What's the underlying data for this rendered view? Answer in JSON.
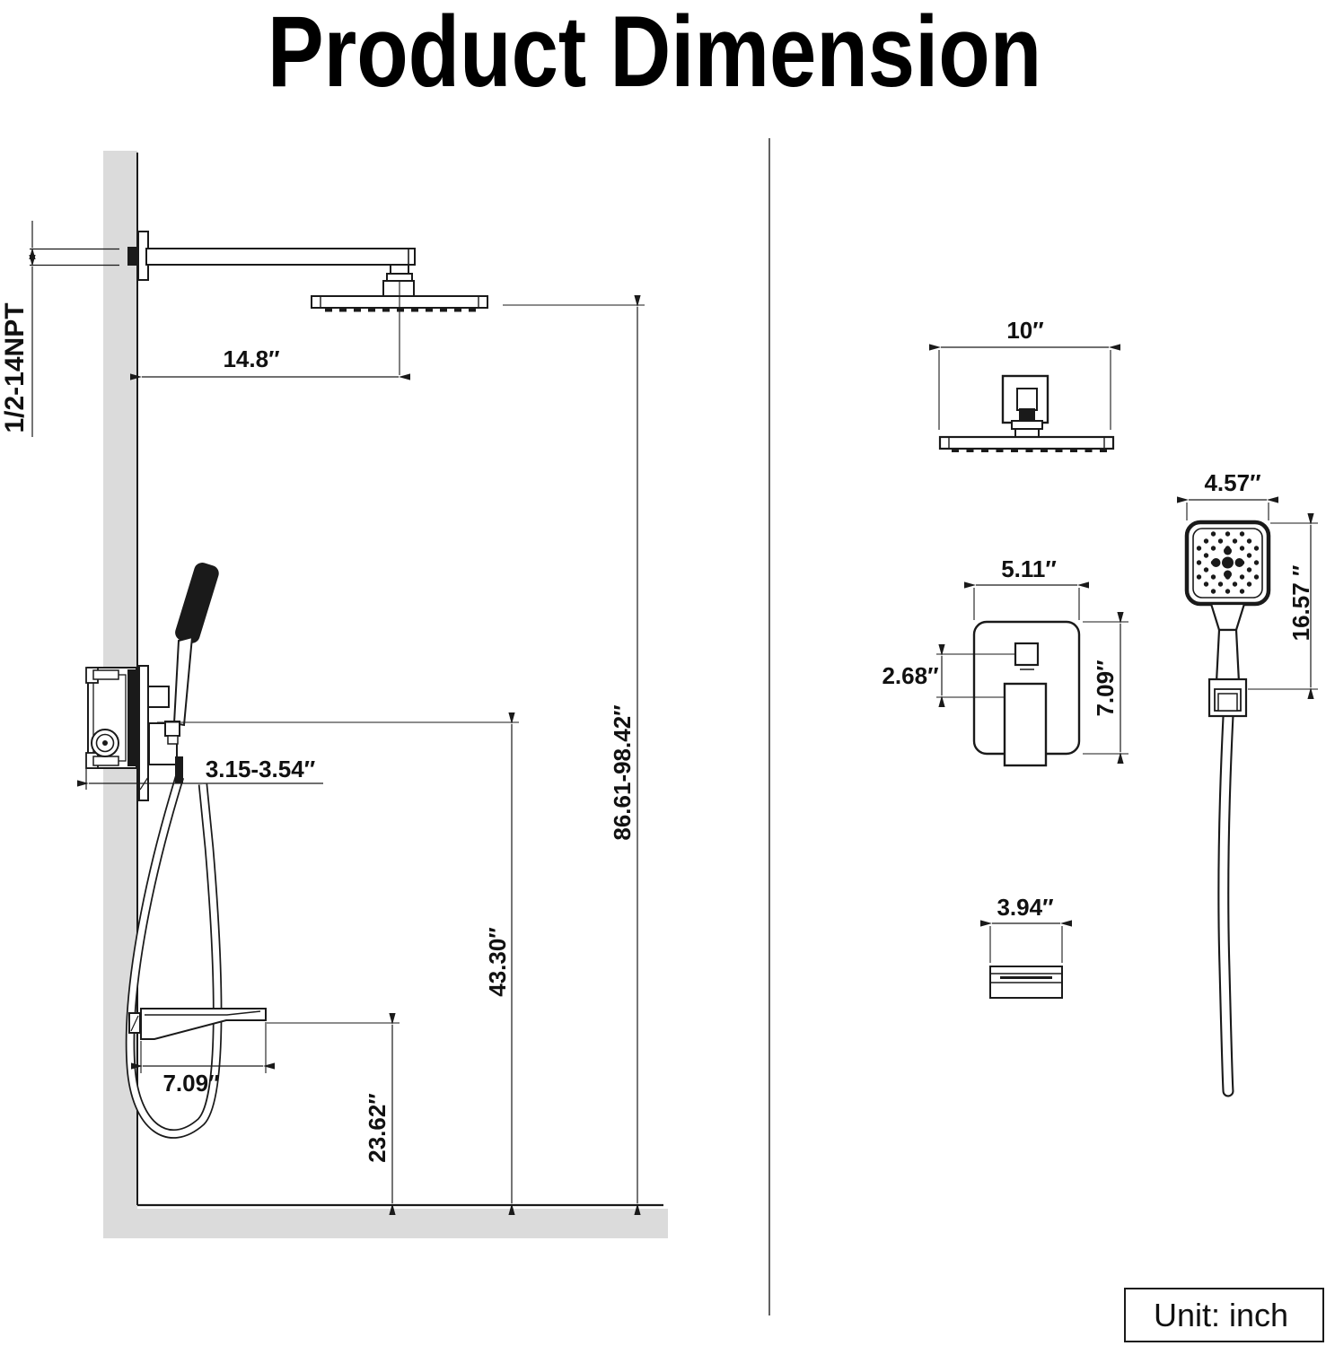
{
  "title": "Product Dimension",
  "unit_box": {
    "label": "Unit: inch"
  },
  "colors": {
    "line": "#1a1a1a",
    "wall_fill": "#dbdbdb",
    "background": "#ffffff"
  },
  "side_view": {
    "thread_spec": "1/2-14NPT",
    "arm_length": "14.8″",
    "rough_in_depth": "3.15-3.54″",
    "spout_reach": "7.09″",
    "spout_height_from_floor": "23.62″",
    "valve_height_from_floor": "43.30″",
    "shower_head_height_range": "86.61-98.42″"
  },
  "front_views": {
    "shower_head_width": "10″",
    "valve_plate_width": "5.11″",
    "valve_plate_height": "7.09″",
    "valve_button_offset": "2.68″",
    "hand_shower_width": "4.57″",
    "hand_shower_length": "16.57 ″",
    "spout_width": "3.94″"
  }
}
